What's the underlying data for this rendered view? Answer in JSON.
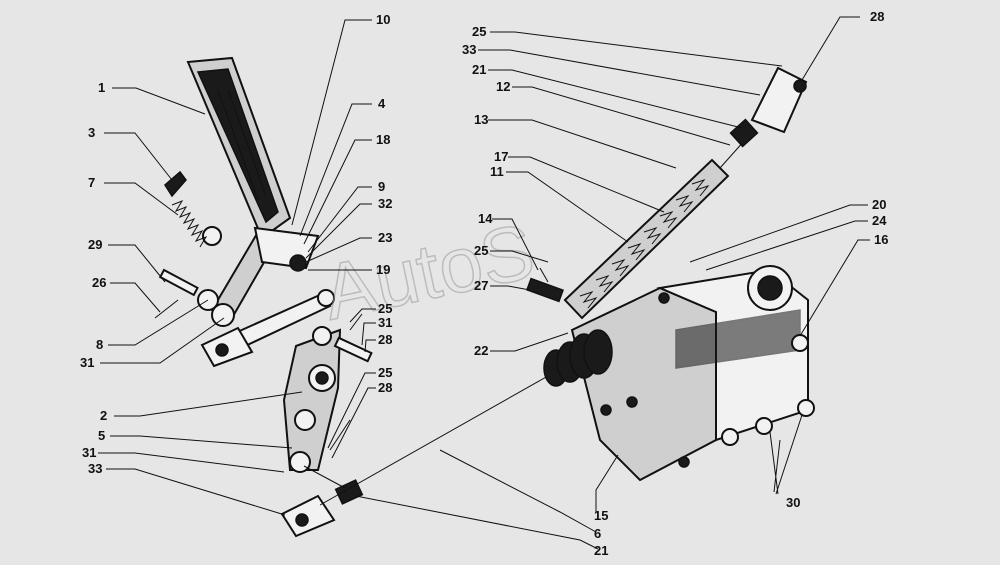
{
  "watermark": "AutoS",
  "callouts": [
    {
      "id": "c-1",
      "text": "1"
    },
    {
      "id": "c-3",
      "text": "3"
    },
    {
      "id": "c-7",
      "text": "7"
    },
    {
      "id": "c-29",
      "text": "29"
    },
    {
      "id": "c-26",
      "text": "26"
    },
    {
      "id": "c-8",
      "text": "8"
    },
    {
      "id": "c-31a",
      "text": "31"
    },
    {
      "id": "c-10",
      "text": "10"
    },
    {
      "id": "c-4",
      "text": "4"
    },
    {
      "id": "c-18",
      "text": "18"
    },
    {
      "id": "c-9",
      "text": "9"
    },
    {
      "id": "c-32",
      "text": "32"
    },
    {
      "id": "c-23",
      "text": "23"
    },
    {
      "id": "c-19",
      "text": "19"
    },
    {
      "id": "c-25a",
      "text": "25"
    },
    {
      "id": "c-31b",
      "text": "31"
    },
    {
      "id": "c-28a",
      "text": "28"
    },
    {
      "id": "c-25b",
      "text": "25"
    },
    {
      "id": "c-28b",
      "text": "28"
    },
    {
      "id": "c-2",
      "text": "2"
    },
    {
      "id": "c-5",
      "text": "5"
    },
    {
      "id": "c-31c",
      "text": "31"
    },
    {
      "id": "c-33a",
      "text": "33"
    },
    {
      "id": "c-25c",
      "text": "25"
    },
    {
      "id": "c-33b",
      "text": "33"
    },
    {
      "id": "c-21a",
      "text": "21"
    },
    {
      "id": "c-12",
      "text": "12"
    },
    {
      "id": "c-13",
      "text": "13"
    },
    {
      "id": "c-17",
      "text": "17"
    },
    {
      "id": "c-11",
      "text": "11"
    },
    {
      "id": "c-14",
      "text": "14"
    },
    {
      "id": "c-25d",
      "text": "25"
    },
    {
      "id": "c-27",
      "text": "27"
    },
    {
      "id": "c-22",
      "text": "22"
    },
    {
      "id": "c-28c",
      "text": "28"
    },
    {
      "id": "c-20",
      "text": "20"
    },
    {
      "id": "c-24",
      "text": "24"
    },
    {
      "id": "c-16",
      "text": "16"
    },
    {
      "id": "c-30",
      "text": "30"
    },
    {
      "id": "c-15",
      "text": "15"
    },
    {
      "id": "c-6",
      "text": "6"
    },
    {
      "id": "c-21b",
      "text": "21"
    }
  ]
}
